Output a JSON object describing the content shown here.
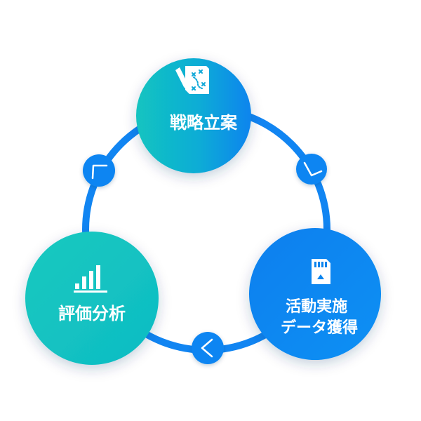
{
  "cycle": {
    "nodes": [
      {
        "id": "strategy",
        "lines": [
          "戦略立案"
        ],
        "icon": "strategy-map-icon"
      },
      {
        "id": "action",
        "lines": [
          "活動実施",
          "データ獲得"
        ],
        "icon": "sd-card-icon"
      },
      {
        "id": "evaluation",
        "lines": [
          "評価分析"
        ],
        "icon": "bar-chart-icon"
      }
    ],
    "arrows": [
      {
        "icon": "chevron-icon",
        "direction": "down-right"
      },
      {
        "icon": "chevron-icon",
        "direction": "left"
      },
      {
        "icon": "chevron-icon",
        "direction": "up-right"
      }
    ]
  },
  "colors": {
    "ring": "#1185f2",
    "teal": "#12c4c0",
    "teal_mid": "#0fbcc4",
    "blue": "#0a84ee",
    "blue_light": "#1190f4",
    "white": "#ffffff"
  }
}
